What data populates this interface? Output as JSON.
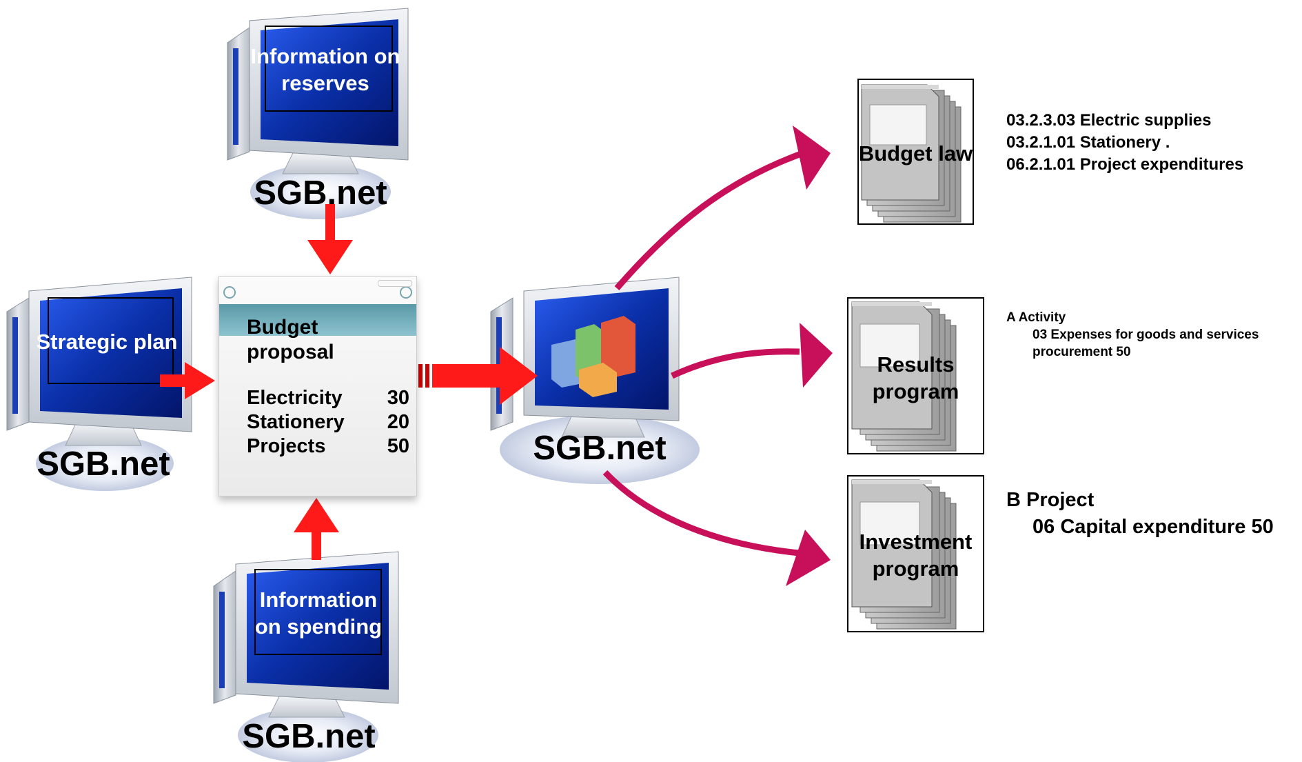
{
  "nodes": {
    "top": {
      "screen_label": "Information on reserves",
      "caption": "SGB.net"
    },
    "left": {
      "screen_label": "Strategic plan",
      "caption": "SGB.net"
    },
    "bottom": {
      "screen_label": "Information on spending",
      "caption": "SGB.net"
    },
    "center": {
      "caption": "SGB.net"
    }
  },
  "proposal": {
    "title": "Budget proposal",
    "rows": [
      {
        "name": "Electricity",
        "value": "30"
      },
      {
        "name": "Stationery",
        "value": "20"
      },
      {
        "name": "Projects",
        "value": "50"
      }
    ]
  },
  "documents": [
    {
      "label": "Budget law"
    },
    {
      "label": "Results program"
    },
    {
      "label": "Investment program"
    }
  ],
  "notes": {
    "budget_law": [
      "03.2.3.03 Electric supplies",
      "03.2.1.01 Stationery .",
      "06.2.1.01 Project expenditures"
    ],
    "results": {
      "heading": "A Activity",
      "line1": "03 Expenses for goods and services",
      "line2": "procurement 50"
    },
    "investment": {
      "heading": "B Project",
      "line1": "06 Capital expenditure 50"
    }
  },
  "colors": {
    "screen_blue": "#0a2fa8",
    "red_arrow": "#ff1a1a",
    "magenta_arrow": "#c8105a",
    "proposal_band": "#6aa7b5"
  },
  "icons": {
    "workstation": "computer-icon",
    "document": "document-stack-icon",
    "chart": "3d-bar-chart-icon"
  }
}
